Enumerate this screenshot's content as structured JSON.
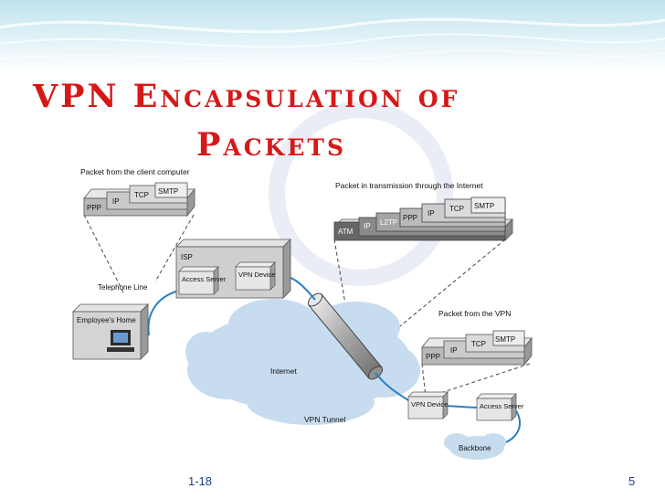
{
  "slide": {
    "title_line1": "VPN Encapsulation of",
    "title_line2": "Packets",
    "footer_left": "1-18",
    "page_number": "5"
  },
  "diagram": {
    "packet_client": {
      "caption": "Packet from the client computer",
      "layers": [
        "PPP",
        "IP",
        "TCP",
        "SMTP"
      ]
    },
    "packet_internet": {
      "caption": "Packet in transmission through the Internet",
      "layers": [
        "ATM",
        "IP",
        "L2TP",
        "PPP",
        "IP",
        "TCP",
        "SMTP"
      ]
    },
    "packet_vpn": {
      "caption": "Packet from the VPN",
      "layers": [
        "PPP",
        "IP",
        "TCP",
        "SMTP"
      ]
    },
    "isp": {
      "label": "ISP",
      "access_server": "Access Server",
      "vpn_device": "VPN Device"
    },
    "telephone_line": "Telephone Line",
    "employee_home": "Employee's Home",
    "internet": "Internet",
    "vpn_tunnel": "VPN Tunnel",
    "remote_vpn_device": "VPN Device",
    "remote_access_server": "Access Server",
    "backbone": "Backbone"
  },
  "colors": {
    "title": "#d61818",
    "footer": "#1a3d8f",
    "cloud": "#c8dcf0",
    "connector": "#2a7fc0",
    "box": "#d0d0d0"
  }
}
